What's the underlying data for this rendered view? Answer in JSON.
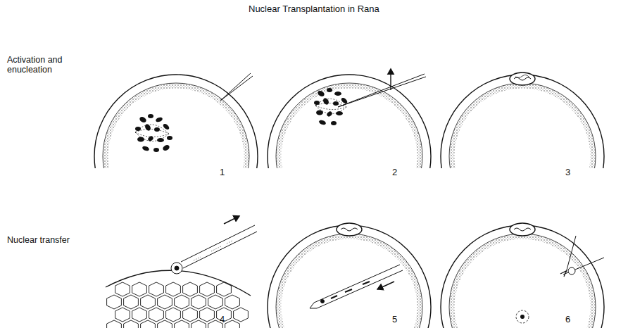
{
  "diagram": {
    "title": "Nuclear Transplantation in Rana",
    "labels": [
      "Activation and enucleation",
      "Nuclear transfer",
      "1",
      "2",
      "3",
      "4",
      "5",
      "6"
    ]
  }
}
